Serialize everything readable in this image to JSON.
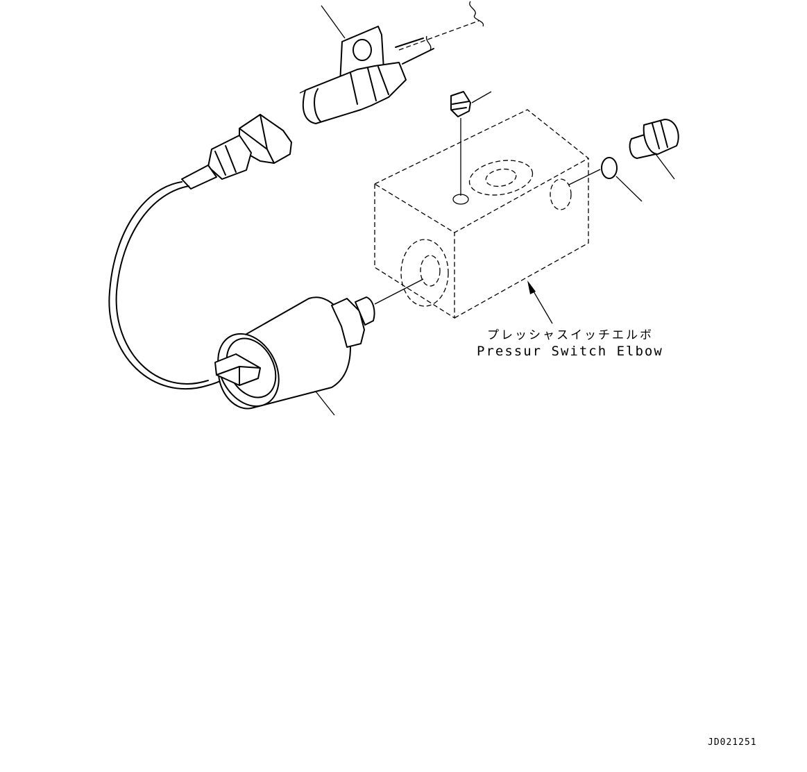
{
  "diagram": {
    "part_label_jp": "プレッシャスイッチエルボ",
    "part_label_en": "Pressur Switch Elbow",
    "drawing_id": "JD021251"
  }
}
